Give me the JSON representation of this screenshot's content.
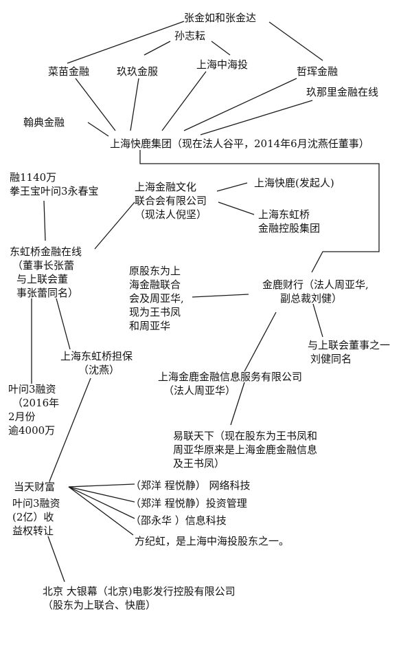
{
  "diagram": {
    "nodes": [
      {
        "id": "zhang",
        "lines": [
          "张金如和张金达"
        ]
      },
      {
        "id": "sun",
        "lines": [
          "孙志耘"
        ]
      },
      {
        "id": "caimiao",
        "lines": [
          "菜苗金融"
        ]
      },
      {
        "id": "jiujiu",
        "lines": [
          "玖玖金服"
        ]
      },
      {
        "id": "zhonghai",
        "lines": [
          "上海中海投"
        ]
      },
      {
        "id": "zhehui",
        "lines": [
          "哲珲金融"
        ]
      },
      {
        "id": "jiunali",
        "lines": [
          "玖那里金融在线"
        ]
      },
      {
        "id": "handian",
        "lines": [
          "翰典金融"
        ]
      },
      {
        "id": "kuailu",
        "lines": [
          "上海快鹿集团（现在法人谷平，2014年6月沈燕任董事）"
        ]
      },
      {
        "id": "rong1140",
        "lines": [
          "融1140万",
          "拳王宝叶问3永春宝"
        ]
      },
      {
        "id": "wenhua",
        "lines": [
          "上海金融文化",
          "联合会有限公司",
          "（现法人倪坚）"
        ]
      },
      {
        "id": "kuailu_fq",
        "lines": [
          "上海快鹿(发起人)"
        ]
      },
      {
        "id": "dhq_group",
        "lines": [
          "上海东虹桥",
          "金融控股集团"
        ]
      },
      {
        "id": "dhq_online",
        "lines": [
          "东虹桥金融在线",
          "（董事长张蕾",
          "与上联会董",
          "事张蕾同名）"
        ]
      },
      {
        "id": "yuan_gudong",
        "lines": [
          "原股东为上",
          "海金融联合",
          "会及周亚华,",
          "现为王书凤",
          "和周亚华"
        ]
      },
      {
        "id": "jinlu",
        "lines": [
          "金鹿财行（法人周亚华,",
          "副总裁刘健）"
        ]
      },
      {
        "id": "dhq_danbao",
        "lines": [
          "上海东虹桥担保",
          "（沈燕）"
        ]
      },
      {
        "id": "liujian",
        "lines": [
          "与上联会董事之一",
          "刘健同名"
        ]
      },
      {
        "id": "jinlu_info",
        "lines": [
          "上海金鹿金融信息服务有限公司",
          "（法人周亚华）"
        ]
      },
      {
        "id": "ye3",
        "lines": [
          "叶问3融资",
          "（2016年",
          "2月份",
          "逾4000万"
        ]
      },
      {
        "id": "yilian",
        "lines": [
          "易联天下（现在股东为王书凤和",
          "周亚华原来是上海金鹿金融信息",
          "及王书凤）"
        ]
      },
      {
        "id": "dangtian",
        "lines": [
          "当天财富"
        ]
      },
      {
        "id": "ye3_2yi",
        "lines": [
          "叶问3融资",
          "(2亿）收",
          "益权转让"
        ]
      },
      {
        "id": "wangluo",
        "lines": [
          "（郑洋 程悦静）  网络科技"
        ]
      },
      {
        "id": "touzi",
        "lines": [
          "（郑洋 程悦静）投资管理"
        ]
      },
      {
        "id": "xinxi",
        "lines": [
          "（邵永华 ）信息科技"
        ]
      },
      {
        "id": "fangjihong",
        "lines": [
          "方纪虹，是上海中海投股东之一。"
        ]
      },
      {
        "id": "beijing",
        "lines": [
          "北京 大银幕（北京)电影发行控股有限公司",
          "（股东为上联合、快鹿）"
        ]
      }
    ]
  }
}
